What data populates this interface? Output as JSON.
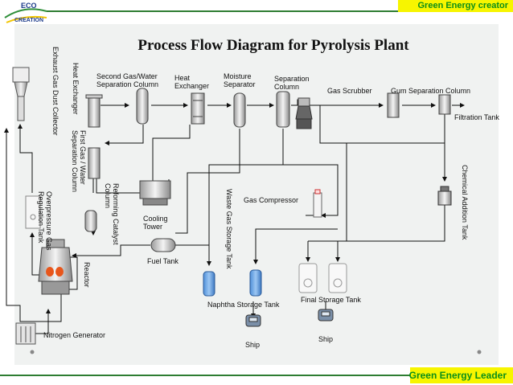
{
  "header": {
    "tagline": "Green Energy creator"
  },
  "logo": {
    "line1": "ECO",
    "line2": "CREATION"
  },
  "footer": {
    "tagline": "Green Energy Leader"
  },
  "title": "Process Flow Diagram for Pyrolysis Plant",
  "labels": {
    "second_gas_water_sep": "Second Gas/Water",
    "second_gas_water_sep2": "Separation Column",
    "heat_exchanger_top": "Heat",
    "heat_exchanger_top2": "Exchanger",
    "moisture_separator": "Moisture",
    "moisture_separator2": "Separator",
    "separation_column": "Separation",
    "separation_column2": "Column",
    "gas_scrubber": "Gas Scrubber",
    "gum_separation_column": "Gum Separation Column",
    "filtration_tank": "Filtration Tank",
    "gas_compressor": "Gas Compressor",
    "cooling_tower": "Cooling",
    "cooling_tower2": "Tower",
    "fuel_tank": "Fuel Tank",
    "naphtha_storage_tank": "Naphtha Storage Tank",
    "final_storage_tank": "Final Storage Tank",
    "ship_1": "Ship",
    "ship_2": "Ship",
    "nitrogen_generator": "Nitrogen Generator",
    "exhaust_gas_dust_collector": "Exhaust Gas Dust Collector",
    "heat_exchanger_vertical": "Heat Exchanger",
    "first_gas_water_sep": "First Gas / Water",
    "first_gas_water_sep2": "Separation Column",
    "reforming_catalyst_column": "Reforming Catalyst",
    "reforming_catalyst_column2": "Column",
    "waste_gas_storage_tank": "Waste Gas Storage Tank",
    "overpressure_gas_regulation_tank": "Overpressure Gas",
    "overpressure_gas_regulation_tank2": "Regulation Tank",
    "reactor": "Reactor",
    "chemical_addition_tank": "Chemical Addition Tank"
  }
}
